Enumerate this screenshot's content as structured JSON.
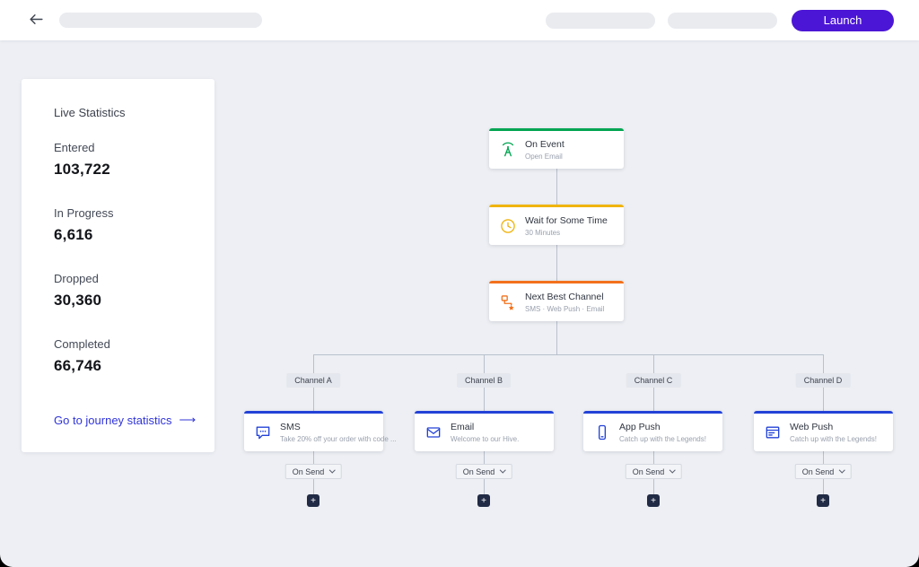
{
  "topbar": {
    "back_icon": "arrow-left-icon",
    "launch_label": "Launch"
  },
  "stats_panel": {
    "title": "Live Statistics",
    "stats": [
      {
        "label": "Entered",
        "value": "103,722"
      },
      {
        "label": "In Progress",
        "value": "6,616"
      },
      {
        "label": "Dropped",
        "value": "30,360"
      },
      {
        "label": "Completed",
        "value": "66,746"
      }
    ],
    "link_label": "Go to journey statistics",
    "link_arrow": "⟶"
  },
  "flow": {
    "main_nodes": [
      {
        "title": "On Event",
        "subtitle": "Open Email",
        "icon": "antenna-icon",
        "color": "#00a551"
      },
      {
        "title": "Wait for Some Time",
        "subtitle": "30 Minutes",
        "icon": "clock-icon",
        "color": "#f0b40f"
      },
      {
        "title": "Next Best Channel",
        "subtitle": "SMS · Web Push · Email",
        "icon": "channel-hierarchy-icon",
        "color": "#f2711c"
      }
    ],
    "branches": [
      {
        "channel": "Channel A",
        "title": "SMS",
        "subtitle": "Take 20% off your order with code ...",
        "action": "On Send",
        "icon": "sms-icon"
      },
      {
        "channel": "Channel B",
        "title": "Email",
        "subtitle": "Welcome to our Hive.",
        "action": "On Send",
        "icon": "email-icon"
      },
      {
        "channel": "Channel C",
        "title": "App Push",
        "subtitle": "Catch up with the Legends!",
        "action": "On Send",
        "icon": "app-push-icon"
      },
      {
        "channel": "Channel D",
        "title": "Web Push",
        "subtitle": "Catch up with the Legends!",
        "action": "On Send",
        "icon": "web-push-icon"
      }
    ],
    "add_button_label": "+"
  },
  "colors": {
    "accent_purple": "#4c16d6",
    "event_green": "#00a551",
    "wait_yellow": "#f0b40f",
    "channel_orange": "#f2711c",
    "message_blue": "#2342d8",
    "link_indigo": "#3034d9",
    "canvas_background": "#edeff4"
  }
}
